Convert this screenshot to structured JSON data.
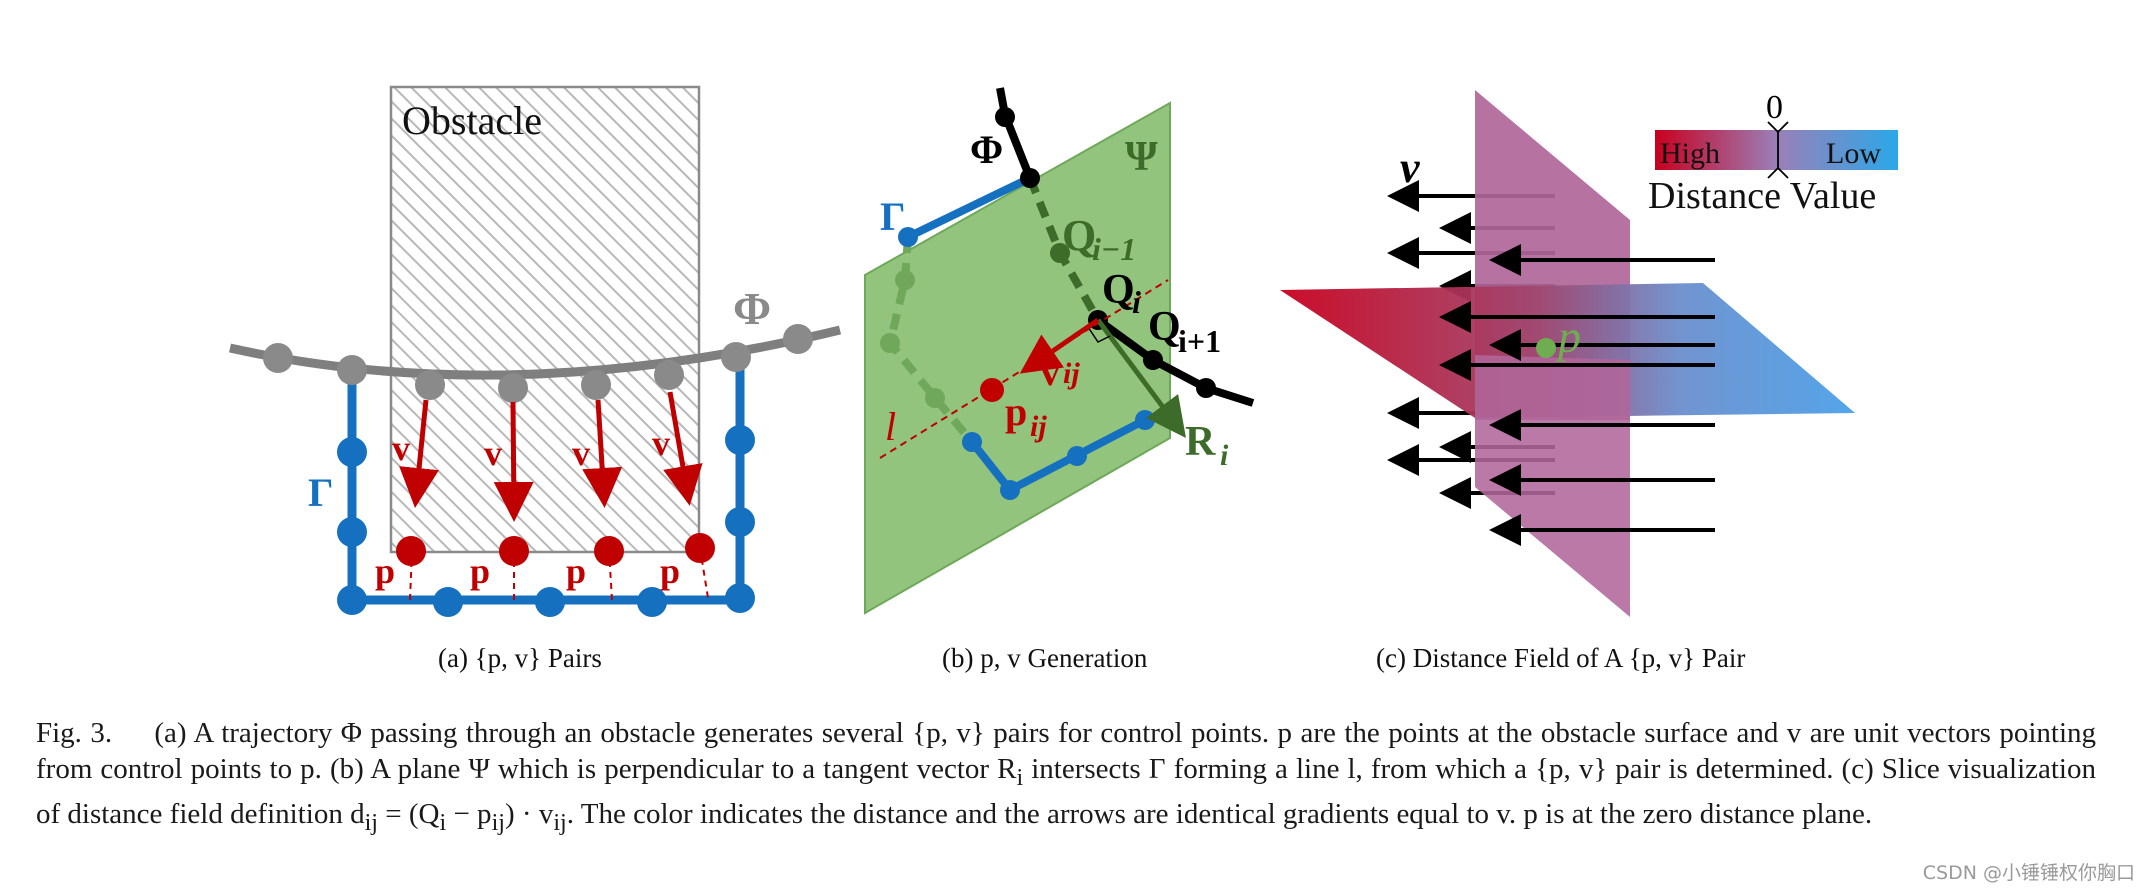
{
  "figure_label": "Fig. 3.",
  "panel_a": {
    "caption": "(a) {p, v} Pairs",
    "obstacle_label": "Obstacle",
    "phi_label": "Φ",
    "gamma_label": "Γ",
    "v_label": "v",
    "p_label": "p"
  },
  "panel_b": {
    "caption": "(b) p, v Generation",
    "phi_label": "Φ",
    "psi_label": "Ψ",
    "gamma_label": "Γ",
    "q_prev_label": "Q",
    "q_prev_sub": "i−1",
    "q_label": "Q",
    "q_sub": "i",
    "q_next_label": "Q",
    "q_next_sub": "i+1",
    "v_label": "v",
    "v_sub": "ij",
    "p_label": "p",
    "p_sub": "ij",
    "l_label": "l",
    "r_label": "R",
    "r_sub": "i"
  },
  "panel_c": {
    "caption": "(c) Distance Field of A {p, v} Pair",
    "v_label": "v",
    "p_label": "p",
    "legend_zero": "0",
    "legend_high": "High",
    "legend_low": "Low",
    "legend_title": "Distance Value"
  },
  "caption_text": {
    "prefix": "Fig. 3.",
    "body": "(a) A trajectory Φ passing through an obstacle generates several {p, v} pairs for control points. p are the points at the obstacle surface and v are unit vectors pointing from control points to p. (b) A plane Ψ which is perpendicular to a tangent vector R",
    "body_sub": "i",
    "body_cont": " intersects Γ forming a line l, from which a {p, v} pair is determined. (c) Slice visualization of distance field definition d",
    "d_sub": "ij",
    "eq": " = (Q",
    "eq_sub1": "i",
    "eq2": " − p",
    "eq_sub2": "ij",
    "eq3": ") · v",
    "eq_sub3": "ij",
    "rest": ". The color indicates the distance and the arrows are identical gradients equal to v. p is at the zero distance plane."
  },
  "watermark": "CSDN @小锤锤权你胸口",
  "colors": {
    "red": "#c00000",
    "blue": "#1570c0",
    "gray": "#7f7f7f",
    "green_plane": "#93c47d",
    "dark_green": "#3d6b2a",
    "magenta_plane": "#b0679a"
  }
}
